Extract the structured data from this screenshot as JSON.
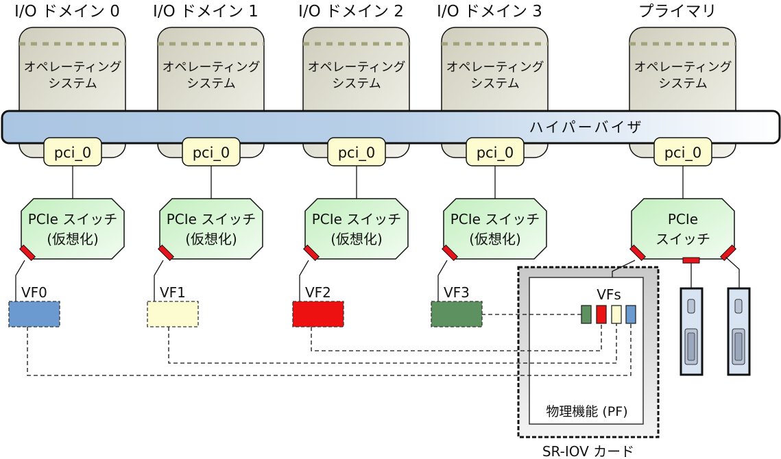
{
  "title": "SR-IOV virtual functions assigned to I/O domains",
  "domains": [
    {
      "name": "I/O ドメイン 0",
      "os": [
        "オペレーティング",
        "システム"
      ],
      "pci": "pci_0",
      "switch": [
        "PCIe スイッチ",
        "(仮想化)"
      ],
      "vf": "VF0",
      "vf_color": "#6a9ad0"
    },
    {
      "name": "I/O ドメイン 1",
      "os": [
        "オペレーティング",
        "システム"
      ],
      "pci": "pci_0",
      "switch": [
        "PCIe スイッチ",
        "(仮想化)"
      ],
      "vf": "VF1",
      "vf_color": "#fdfbd0"
    },
    {
      "name": "I/O ドメイン 2",
      "os": [
        "オペレーティング",
        "システム"
      ],
      "pci": "pci_0",
      "switch": [
        "PCIe スイッチ",
        "(仮想化)"
      ],
      "vf": "VF2",
      "vf_color": "#ee1111"
    },
    {
      "name": "I/O ドメイン 3",
      "os": [
        "オペレーティング",
        "システム"
      ],
      "pci": "pci_0",
      "switch": [
        "PCIe スイッチ",
        "(仮想化)"
      ],
      "vf": "VF3",
      "vf_color": "#5e9160"
    }
  ],
  "primary": {
    "name": "プライマリ",
    "os": [
      "オペレーティング",
      "システム"
    ],
    "pci": "pci_0",
    "switch": [
      "PCIe",
      "スイッチ"
    ]
  },
  "hypervisor": "ハイパーバイザ",
  "card": {
    "label": "SR-IOV カード",
    "pf_label": "物理機能 (PF)",
    "vfs_label": "VFs",
    "vf_colors": [
      "#5e9160",
      "#ee1111",
      "#fdfbd0",
      "#6a9ad0"
    ]
  },
  "colors": {
    "os_fill": "#dcdbcc",
    "os_dash": "#a3a27a",
    "hypervisor_left": "#aac5e2",
    "hypervisor_right": "#ffffff",
    "pci_fill": "#fdfbd0",
    "switch_fill": "#d2f3cf",
    "port": "#e5141a",
    "io_card": "#d8e4f2"
  }
}
